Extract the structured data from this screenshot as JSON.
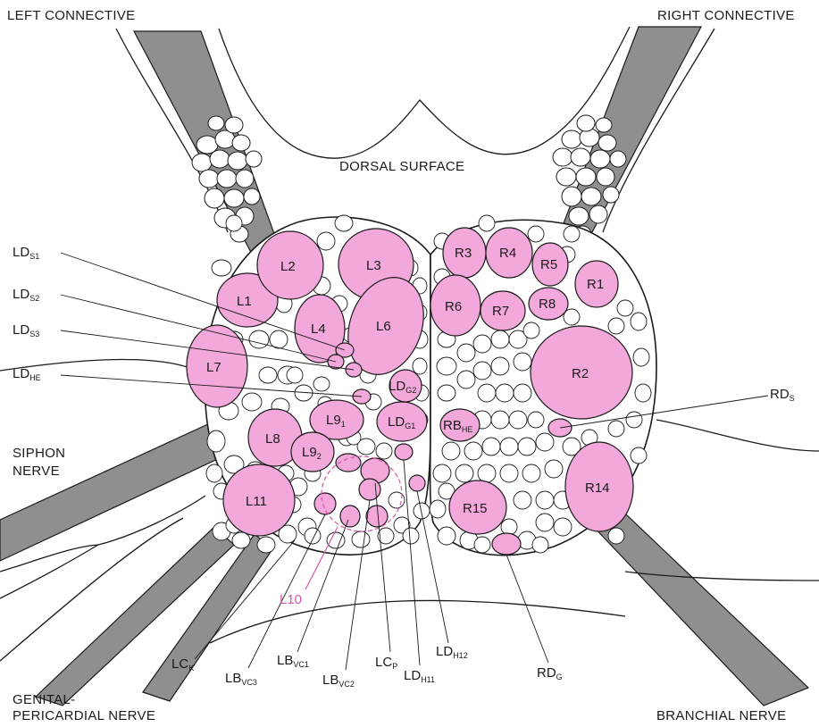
{
  "colors": {
    "pink": "#f3a8dc",
    "nerve_gray": "#8f8f8f",
    "outline": "#1a1a1a",
    "l10_label": "#d455a8",
    "background": "#ffffff"
  },
  "regions": {
    "left_connective": "LEFT CONNECTIVE",
    "right_connective": "RIGHT CONNECTIVE",
    "dorsal_surface": "DORSAL SURFACE",
    "siphon_nerve_1": "SIPHON",
    "siphon_nerve_2": "NERVE",
    "genital_1": "GENITAL-",
    "genital_2": "PERICARDIAL NERVE",
    "branchial": "BRANCHIAL NERVE"
  },
  "cells": {
    "L1": "L1",
    "L2": "L2",
    "L3": "L3",
    "L4": "L4",
    "L6": "L6",
    "L7": "L7",
    "L8": "L8",
    "L9_1_base": "L9",
    "L9_1_sub": "1",
    "L9_2_base": "L9",
    "L9_2_sub": "2",
    "L11": "L11",
    "LDG1_base": "LD",
    "LDG1_sub": "G1",
    "LDG2_base": "LD",
    "LDG2_sub": "G2",
    "RBHE_base": "RB",
    "RBHE_sub": "HE",
    "R1": "R1",
    "R2": "R2",
    "R3": "R3",
    "R4": "R4",
    "R5": "R5",
    "R6": "R6",
    "R7": "R7",
    "R8": "R8",
    "R14": "R14",
    "R15": "R15"
  },
  "callouts": {
    "LDS1_base": "LD",
    "LDS1_sub": "S1",
    "LDS2_base": "LD",
    "LDS2_sub": "S2",
    "LDS3_base": "LD",
    "LDS3_sub": "S3",
    "LDHE_base": "LD",
    "LDHE_sub": "HE",
    "RDS_base": "RD",
    "RDS_sub": "S",
    "L10": "L10",
    "LCK_base": "LC",
    "LCK_sub": "K",
    "LBVC3_base": "LB",
    "LBVC3_sub": "VC3",
    "LBVC1_base": "LB",
    "LBVC1_sub": "VC1",
    "LBVC2_base": "LB",
    "LBVC2_sub": "VC2",
    "LCP_base": "LC",
    "LCP_sub": "P",
    "LDH11_base": "LD",
    "LDH11_sub": "H11",
    "LDH12_base": "LD",
    "LDH12_sub": "H12",
    "RDG_base": "RD",
    "RDG_sub": "G"
  }
}
